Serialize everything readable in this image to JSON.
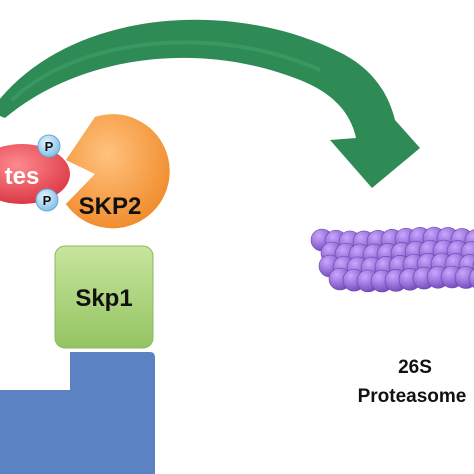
{
  "colors": {
    "arrow": "#2e8b55",
    "skp2": "#f7a04a",
    "skp1": "#a8d27a",
    "substrate": "#e84a55",
    "phospho": "#9fd0ef",
    "scaffold": "#5b82c2",
    "proteasome": "#9a6fd6"
  },
  "labels": {
    "substrate": "tes",
    "phospho_1": "P",
    "phospho_2": "P",
    "skp2": "SKP2",
    "skp1": "Skp1",
    "proteasome_line1": "26S",
    "proteasome_line2": "Proteasome"
  },
  "icons": {
    "curved_arrow": "curved-arrow-icon",
    "proteasome": "proteasome-icon"
  }
}
